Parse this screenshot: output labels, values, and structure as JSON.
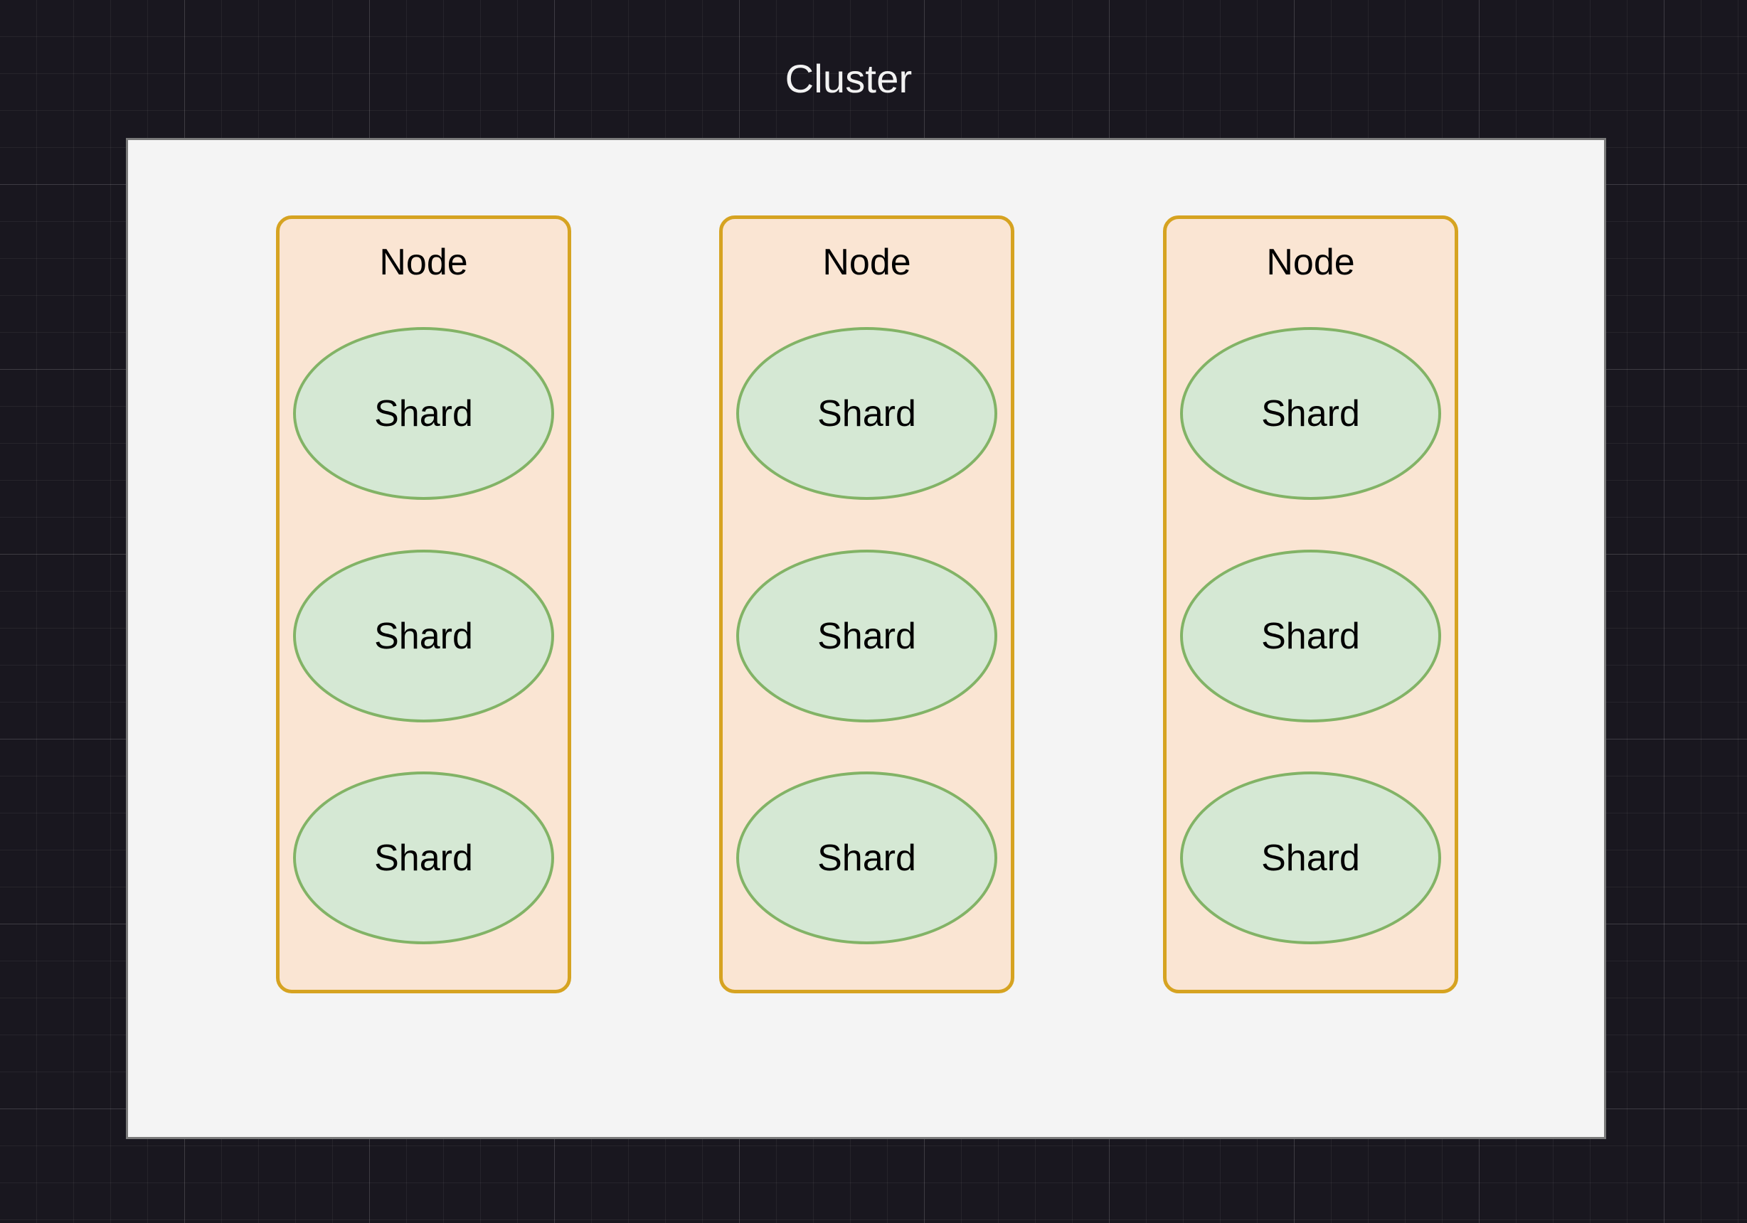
{
  "diagram": {
    "title": "Cluster",
    "title_color": "#f2f2f2",
    "canvas_background": "#19171f",
    "grid_line_color": "#2b2935",
    "panel": {
      "fill": "#f4f4f4",
      "border_color": "#7a7a7a"
    },
    "node_style": {
      "fill": "#fae5d3",
      "border_color": "#d6a321",
      "text_color": "#000000"
    },
    "shard_style": {
      "fill": "#d5e8d4",
      "border_color": "#82b366",
      "text_color": "#000000"
    },
    "nodes": [
      {
        "label": "Node",
        "shards": [
          {
            "label": "Shard"
          },
          {
            "label": "Shard"
          },
          {
            "label": "Shard"
          }
        ]
      },
      {
        "label": "Node",
        "shards": [
          {
            "label": "Shard"
          },
          {
            "label": "Shard"
          },
          {
            "label": "Shard"
          }
        ]
      },
      {
        "label": "Node",
        "shards": [
          {
            "label": "Shard"
          },
          {
            "label": "Shard"
          },
          {
            "label": "Shard"
          }
        ]
      }
    ]
  }
}
